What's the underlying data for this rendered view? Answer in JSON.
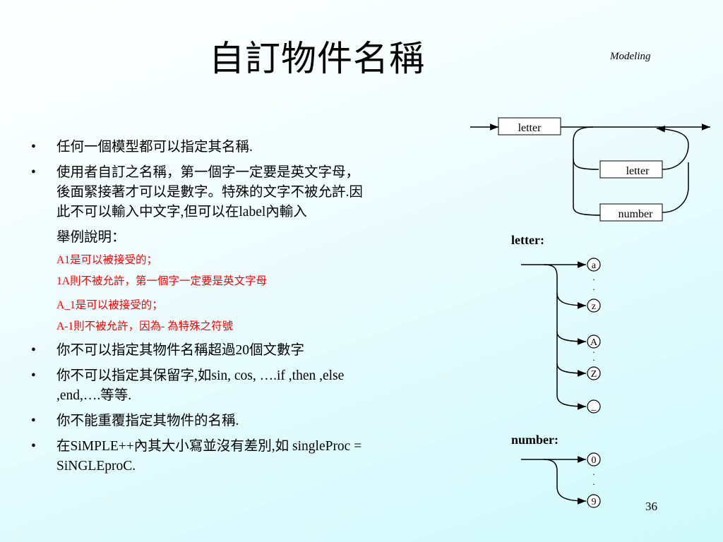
{
  "title": "自訂物件名稱",
  "header_tag": "Modeling",
  "page_number": "36",
  "bullets": {
    "b1": "任何一個模型都可以指定其名稱.",
    "b2_l1": "使用者自訂之名稱，第一個字一定要是英文字母，",
    "b2_l2": "後面緊接著才可以是數字。特殊的文字不被允許.因",
    "b2_l3": "此不可以輸入中文字,但可以在label內輸入",
    "example_heading": "舉例說明：",
    "ex1": "A1是可以被接受的；",
    "ex2": "1A則不被允許，第一個字一定要是英文字母",
    "ex3": "A_1是可以被接受的；",
    "ex4": "A-1則不被允許，因為- 為特殊之符號",
    "b3": "你不可以指定其物件名稱超過20個文數字",
    "b4_l1": "你不可以指定其保留字,如sin,  cos,  ….if  ,then  ,else",
    "b4_l2": ",end,….等等.",
    "b5": "你不能重覆指定其物件的名稱.",
    "b6_l1": "在SiMPLE++內其大小寫並沒有差別,如 singleProc =",
    "b6_l2": "SiNGLEproC."
  },
  "syntax": {
    "box_letter_1": "letter",
    "box_letter_2": "letter",
    "box_number": "number",
    "letter_heading": "letter:",
    "number_heading": "number:",
    "letter_options": [
      "a",
      "z",
      "A",
      "Z",
      "_"
    ],
    "number_options": [
      "0",
      "9"
    ],
    "ellipsis": "."
  }
}
